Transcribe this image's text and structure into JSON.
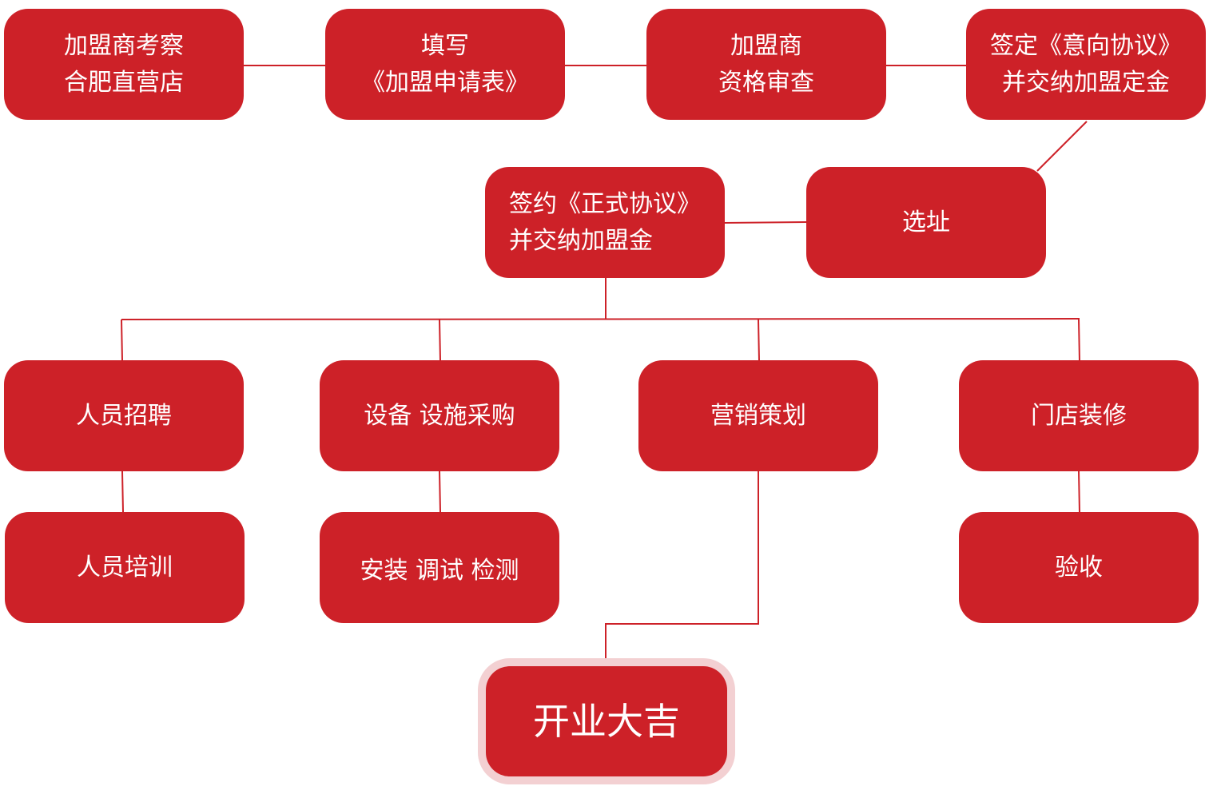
{
  "colors": {
    "node_fill": "#cd2128",
    "node_text": "#ffffff",
    "connector": "#cd2128",
    "halo": "#f3d0d2"
  },
  "nodes": {
    "inspect": {
      "lines": [
        "加盟商考察",
        "合肥直营店"
      ]
    },
    "application": {
      "lines": [
        "填写",
        "《加盟申请表》"
      ]
    },
    "qualification": {
      "lines": [
        "加盟商",
        "资格审查"
      ]
    },
    "intent_agreement": {
      "lines": [
        "签定《意向协议》",
        "并交纳加盟定金"
      ]
    },
    "site_selection": {
      "lines": [
        "选址"
      ]
    },
    "formal_agreement": {
      "lines": [
        "签约《正式协议》",
        "并交纳加盟金"
      ]
    },
    "recruitment": {
      "lines": [
        "人员招聘"
      ]
    },
    "equipment": {
      "lines": [
        "设备 设施采购"
      ]
    },
    "marketing": {
      "lines": [
        "营销策划"
      ]
    },
    "renovation": {
      "lines": [
        "门店装修"
      ]
    },
    "training": {
      "lines": [
        "人员培训"
      ]
    },
    "installation": {
      "lines": [
        "安装 调试 检测"
      ]
    },
    "acceptance": {
      "lines": [
        "验收"
      ]
    },
    "opening": {
      "lines": [
        "开业大吉"
      ]
    }
  }
}
